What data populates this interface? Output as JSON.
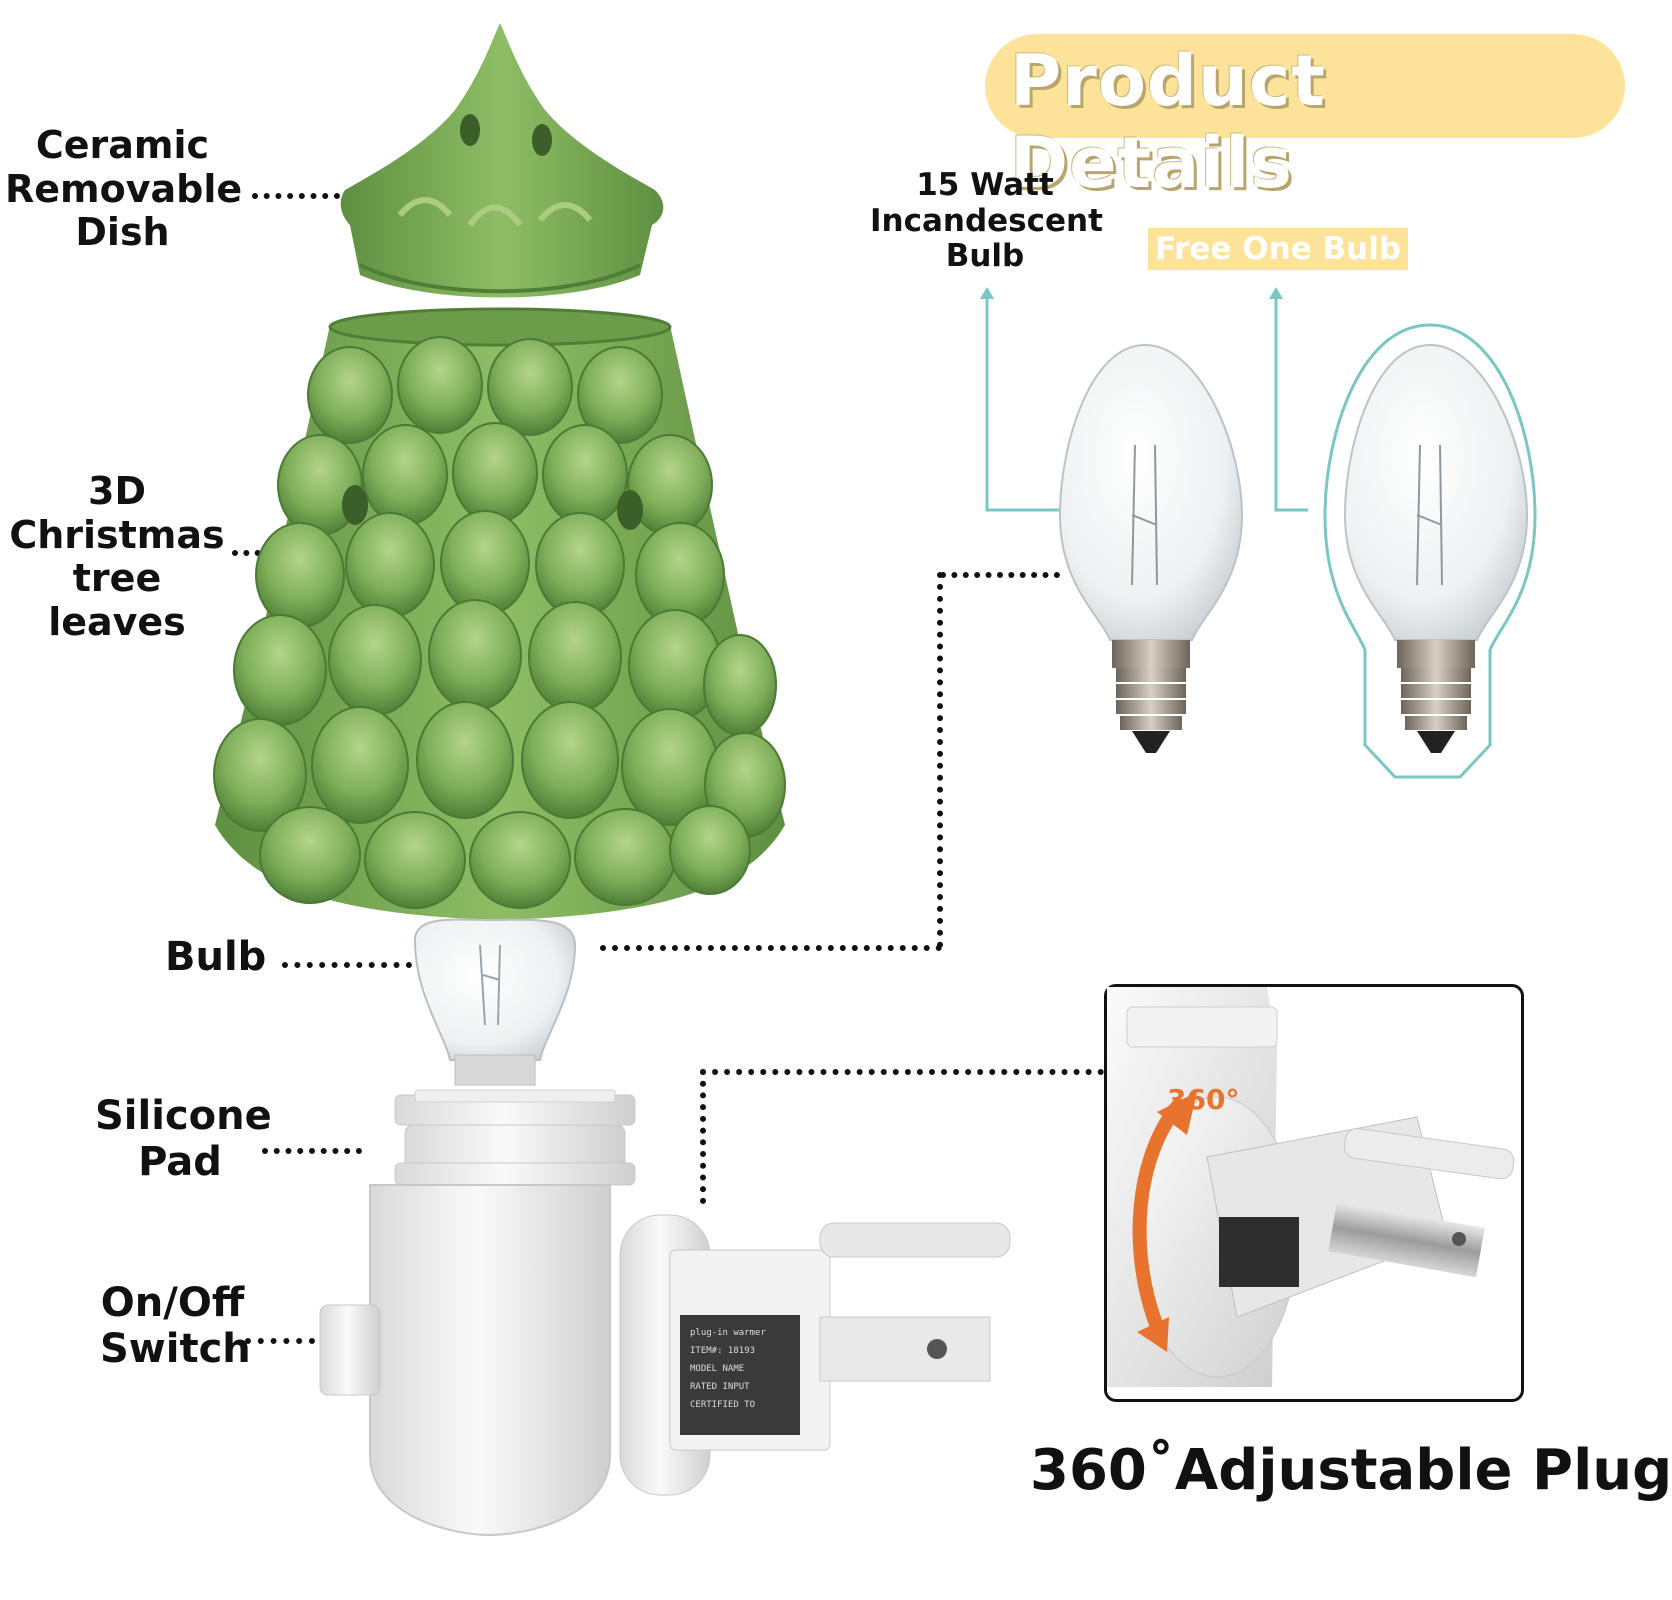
{
  "header": {
    "title": "Product Details"
  },
  "callouts": {
    "dish": "Ceramic\nRemovable\nDish",
    "leaves": "3D\nChristmas\ntree leaves",
    "bulb": "Bulb",
    "pad": "Silicone\nPad",
    "switch": "On/Off\nSwitch"
  },
  "bulb_info": {
    "spec": "15 Watt\nIncandescent\nBulb",
    "free_badge": "Free One Bulb"
  },
  "plug": {
    "rotation_label": "360°",
    "caption": "360˚Adjustable Plug"
  },
  "colors": {
    "ceramic_green": "#7faf5a",
    "badge_yellow": "#fde39a",
    "teal_line": "#7ac6c3",
    "arrow_orange": "#e8732e"
  }
}
